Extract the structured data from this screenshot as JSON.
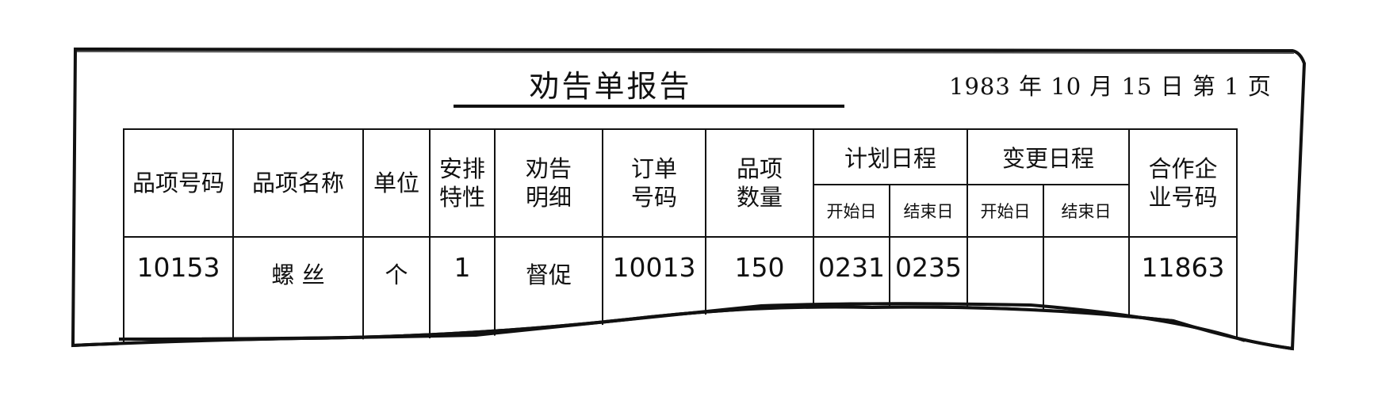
{
  "report": {
    "title": "劝告单报告",
    "date_page": "1983 年 10 月 15 日  第 1 页"
  },
  "table": {
    "headers": {
      "item_no": "品项号码",
      "item_name": "品项名称",
      "unit": "单位",
      "arrangement": "安排特性",
      "advice_detail": "劝告明细",
      "order_no": "订单号码",
      "quantity": "品项数量",
      "planned_schedule": "计划日程",
      "changed_schedule": "变更日程",
      "start_day": "开始日",
      "end_day": "结束日",
      "partner_no": "合作企业号码"
    },
    "row": {
      "item_no": "10153",
      "item_name": "螺 丝",
      "unit": "个",
      "arrangement": "1",
      "advice_detail": "督促",
      "order_no": "10013",
      "quantity": "150",
      "planned_start": "0231",
      "planned_end": "0235",
      "changed_start": "",
      "changed_end": "",
      "partner_no": "11863"
    }
  }
}
